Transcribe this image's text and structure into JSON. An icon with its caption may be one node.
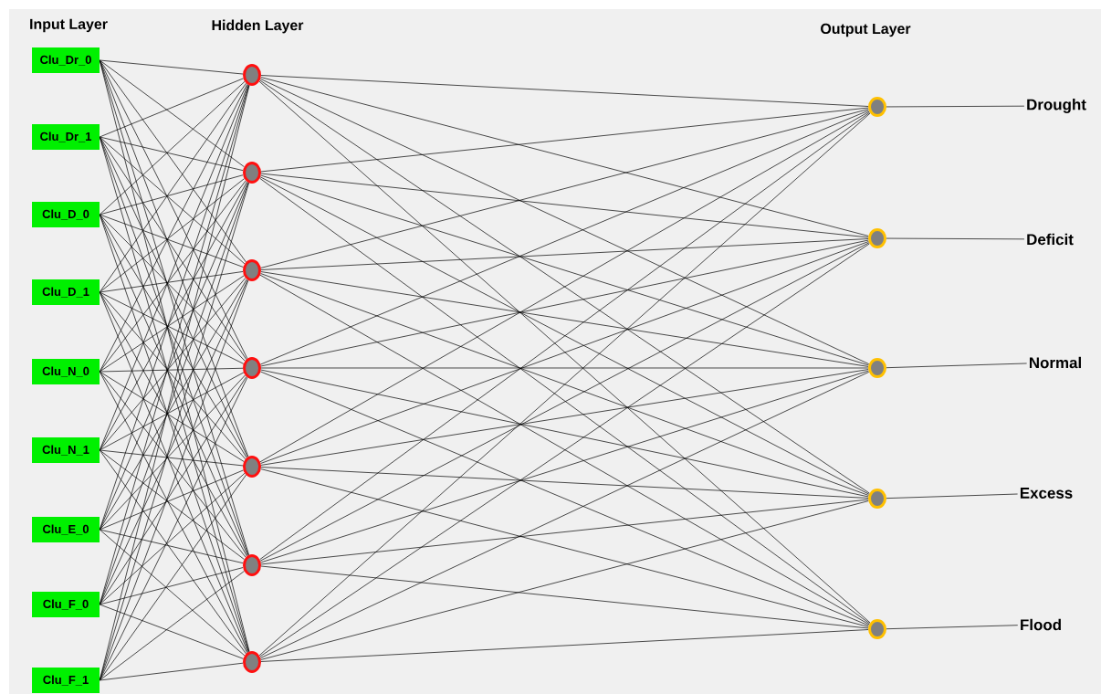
{
  "diagram": {
    "nodes": [
      {
        "text": [
          "Clu_Dr_0"
        ]
      },
      {
        "text": [
          "Clu_Dr_1"
        ]
      },
      {
        "text": [
          "Clu_D_0"
        ]
      },
      {
        "text": [
          "Clu_D_1"
        ]
      },
      {
        "text": [
          "Clu_N_0"
        ]
      },
      {
        "text": [
          "Clu_N_1"
        ]
      },
      {
        "text": [
          "Clu_E_0"
        ]
      },
      {
        "text": [
          "Clu_F_0"
        ]
      },
      {
        "text": [
          "Clu_F_1"
        ]
      },
      {
        "text": [],
        "shape": "circle"
      },
      {
        "text": [],
        "shape": "circle"
      },
      {
        "text": [],
        "shape": "circle"
      },
      {
        "text": [],
        "shape": "circle"
      },
      {
        "text": [],
        "shape": "circle"
      },
      {
        "text": [],
        "shape": "circle"
      },
      {
        "text": [],
        "shape": "circle"
      },
      {
        "text": [],
        "shape": "circle"
      },
      {
        "text": [],
        "shape": "circle"
      },
      {
        "text": [],
        "shape": "circle"
      },
      {
        "text": [],
        "shape": "circle"
      },
      {
        "text": [],
        "shape": "circle"
      },
      {
        "text": [
          "Drought"
        ]
      },
      {
        "text": [
          "Deficit"
        ]
      },
      {
        "text": [
          "Normal"
        ]
      },
      {
        "text": [
          "Excess"
        ]
      },
      {
        "text": [
          "Flood"
        ]
      }
    ],
    "edges": [
      {
        "from": 0,
        "to": 9,
        "arrow": "none"
      },
      {
        "from": 0,
        "to": 10,
        "arrow": "none"
      },
      {
        "from": 0,
        "to": 11,
        "arrow": "none"
      },
      {
        "from": 0,
        "to": 12,
        "arrow": "none"
      },
      {
        "from": 0,
        "to": 13,
        "arrow": "none"
      },
      {
        "from": 0,
        "to": 14,
        "arrow": "none"
      },
      {
        "from": 0,
        "to": 15,
        "arrow": "none"
      },
      {
        "from": 1,
        "to": 9,
        "arrow": "none"
      },
      {
        "from": 1,
        "to": 10,
        "arrow": "none"
      },
      {
        "from": 1,
        "to": 11,
        "arrow": "none"
      },
      {
        "from": 1,
        "to": 12,
        "arrow": "none"
      },
      {
        "from": 1,
        "to": 13,
        "arrow": "none"
      },
      {
        "from": 1,
        "to": 14,
        "arrow": "none"
      },
      {
        "from": 1,
        "to": 15,
        "arrow": "none"
      },
      {
        "from": 2,
        "to": 9,
        "arrow": "none"
      },
      {
        "from": 2,
        "to": 10,
        "arrow": "none"
      },
      {
        "from": 2,
        "to": 11,
        "arrow": "none"
      },
      {
        "from": 2,
        "to": 12,
        "arrow": "none"
      },
      {
        "from": 2,
        "to": 13,
        "arrow": "none"
      },
      {
        "from": 2,
        "to": 14,
        "arrow": "none"
      },
      {
        "from": 2,
        "to": 15,
        "arrow": "none"
      },
      {
        "from": 3,
        "to": 9,
        "arrow": "none"
      },
      {
        "from": 3,
        "to": 10,
        "arrow": "none"
      },
      {
        "from": 3,
        "to": 11,
        "arrow": "none"
      },
      {
        "from": 3,
        "to": 12,
        "arrow": "none"
      },
      {
        "from": 3,
        "to": 13,
        "arrow": "none"
      },
      {
        "from": 3,
        "to": 14,
        "arrow": "none"
      },
      {
        "from": 3,
        "to": 15,
        "arrow": "none"
      },
      {
        "from": 4,
        "to": 9,
        "arrow": "none"
      },
      {
        "from": 4,
        "to": 10,
        "arrow": "none"
      },
      {
        "from": 4,
        "to": 11,
        "arrow": "none"
      },
      {
        "from": 4,
        "to": 12,
        "arrow": "none"
      },
      {
        "from": 4,
        "to": 13,
        "arrow": "none"
      },
      {
        "from": 4,
        "to": 14,
        "arrow": "none"
      },
      {
        "from": 4,
        "to": 15,
        "arrow": "none"
      },
      {
        "from": 5,
        "to": 9,
        "arrow": "none"
      },
      {
        "from": 5,
        "to": 10,
        "arrow": "none"
      },
      {
        "from": 5,
        "to": 11,
        "arrow": "none"
      },
      {
        "from": 5,
        "to": 12,
        "arrow": "none"
      },
      {
        "from": 5,
        "to": 13,
        "arrow": "none"
      },
      {
        "from": 5,
        "to": 14,
        "arrow": "none"
      },
      {
        "from": 5,
        "to": 15,
        "arrow": "none"
      },
      {
        "from": 6,
        "to": 9,
        "arrow": "none"
      },
      {
        "from": 6,
        "to": 10,
        "arrow": "none"
      },
      {
        "from": 6,
        "to": 11,
        "arrow": "none"
      },
      {
        "from": 6,
        "to": 12,
        "arrow": "none"
      },
      {
        "from": 6,
        "to": 13,
        "arrow": "none"
      },
      {
        "from": 6,
        "to": 14,
        "arrow": "none"
      },
      {
        "from": 6,
        "to": 15,
        "arrow": "none"
      },
      {
        "from": 7,
        "to": 9,
        "arrow": "none"
      },
      {
        "from": 7,
        "to": 10,
        "arrow": "none"
      },
      {
        "from": 7,
        "to": 11,
        "arrow": "none"
      },
      {
        "from": 7,
        "to": 12,
        "arrow": "none"
      },
      {
        "from": 7,
        "to": 13,
        "arrow": "none"
      },
      {
        "from": 7,
        "to": 14,
        "arrow": "none"
      },
      {
        "from": 7,
        "to": 15,
        "arrow": "none"
      },
      {
        "from": 8,
        "to": 9,
        "arrow": "none"
      },
      {
        "from": 8,
        "to": 10,
        "arrow": "none"
      },
      {
        "from": 8,
        "to": 11,
        "arrow": "none"
      },
      {
        "from": 8,
        "to": 12,
        "arrow": "none"
      },
      {
        "from": 8,
        "to": 13,
        "arrow": "none"
      },
      {
        "from": 8,
        "to": 14,
        "arrow": "none"
      },
      {
        "from": 8,
        "to": 15,
        "arrow": "none"
      },
      {
        "from": 9,
        "to": 16,
        "arrow": "none"
      },
      {
        "from": 9,
        "to": 17,
        "arrow": "none"
      },
      {
        "from": 9,
        "to": 18,
        "arrow": "none"
      },
      {
        "from": 9,
        "to": 19,
        "arrow": "none"
      },
      {
        "from": 9,
        "to": 20,
        "arrow": "none"
      },
      {
        "from": 10,
        "to": 16,
        "arrow": "none"
      },
      {
        "from": 10,
        "to": 17,
        "arrow": "none"
      },
      {
        "from": 10,
        "to": 18,
        "arrow": "none"
      },
      {
        "from": 10,
        "to": 19,
        "arrow": "none"
      },
      {
        "from": 10,
        "to": 20,
        "arrow": "none"
      },
      {
        "from": 11,
        "to": 16,
        "arrow": "none"
      },
      {
        "from": 11,
        "to": 17,
        "arrow": "none"
      },
      {
        "from": 11,
        "to": 18,
        "arrow": "none"
      },
      {
        "from": 11,
        "to": 19,
        "arrow": "none"
      },
      {
        "from": 11,
        "to": 20,
        "arrow": "none"
      },
      {
        "from": 12,
        "to": 16,
        "arrow": "none"
      },
      {
        "from": 12,
        "to": 17,
        "arrow": "none"
      },
      {
        "from": 12,
        "to": 18,
        "arrow": "none"
      },
      {
        "from": 12,
        "to": 19,
        "arrow": "none"
      },
      {
        "from": 12,
        "to": 20,
        "arrow": "none"
      },
      {
        "from": 13,
        "to": 16,
        "arrow": "none"
      },
      {
        "from": 13,
        "to": 17,
        "arrow": "none"
      },
      {
        "from": 13,
        "to": 18,
        "arrow": "none"
      },
      {
        "from": 13,
        "to": 19,
        "arrow": "none"
      },
      {
        "from": 13,
        "to": 20,
        "arrow": "none"
      },
      {
        "from": 14,
        "to": 16,
        "arrow": "none"
      },
      {
        "from": 14,
        "to": 17,
        "arrow": "none"
      },
      {
        "from": 14,
        "to": 18,
        "arrow": "none"
      },
      {
        "from": 14,
        "to": 19,
        "arrow": "none"
      },
      {
        "from": 14,
        "to": 20,
        "arrow": "none"
      },
      {
        "from": 15,
        "to": 16,
        "arrow": "none"
      },
      {
        "from": 15,
        "to": 17,
        "arrow": "none"
      },
      {
        "from": 15,
        "to": 18,
        "arrow": "none"
      },
      {
        "from": 15,
        "to": 19,
        "arrow": "none"
      },
      {
        "from": 15,
        "to": 20,
        "arrow": "none"
      },
      {
        "from": 16,
        "to": 21,
        "arrow": "none"
      },
      {
        "from": 17,
        "to": 22,
        "arrow": "none"
      },
      {
        "from": 18,
        "to": 23,
        "arrow": "none"
      },
      {
        "from": 19,
        "to": 24,
        "arrow": "none"
      },
      {
        "from": 20,
        "to": 25,
        "arrow": "none"
      }
    ],
    "labels": [
      "Input Layer",
      "Hidden Layer",
      "Output Layer"
    ]
  }
}
